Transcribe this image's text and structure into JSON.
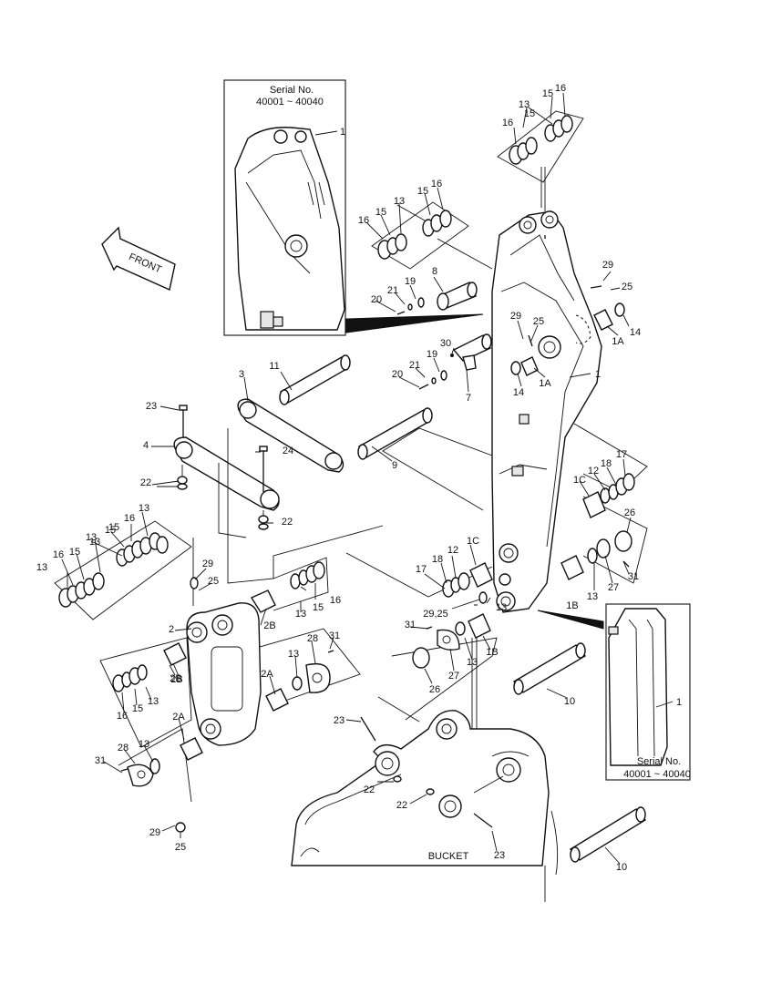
{
  "inset_top": {
    "serial_label": "Serial No.",
    "serial_range": "40001 ~ 40040",
    "callout": "1"
  },
  "inset_bottom": {
    "serial_label": "Serial No.",
    "serial_range": "40001 ~ 40040",
    "callout": "1"
  },
  "front_arrow": {
    "label": "FRONT"
  },
  "bucket": {
    "label": "BUCKET"
  },
  "callouts": [
    {
      "text": "16"
    },
    {
      "text": "15"
    },
    {
      "text": "13"
    },
    {
      "text": "15"
    },
    {
      "text": "16"
    },
    {
      "text": "16"
    },
    {
      "text": "15"
    },
    {
      "text": "13"
    },
    {
      "text": "15"
    },
    {
      "text": "16"
    },
    {
      "text": "8"
    },
    {
      "text": "19"
    },
    {
      "text": "21"
    },
    {
      "text": "20"
    },
    {
      "text": "29"
    },
    {
      "text": "25"
    },
    {
      "text": "1A"
    },
    {
      "text": "14"
    },
    {
      "text": "29"
    },
    {
      "text": "25"
    },
    {
      "text": "1A"
    },
    {
      "text": "14"
    },
    {
      "text": "30"
    },
    {
      "text": "19"
    },
    {
      "text": "21"
    },
    {
      "text": "20"
    },
    {
      "text": "7"
    },
    {
      "text": "1"
    },
    {
      "text": "11"
    },
    {
      "text": "3"
    },
    {
      "text": "9"
    },
    {
      "text": "23"
    },
    {
      "text": "4"
    },
    {
      "text": "24"
    },
    {
      "text": "22"
    },
    {
      "text": "22"
    },
    {
      "text": "18"
    },
    {
      "text": "17"
    },
    {
      "text": "12"
    },
    {
      "text": "1C"
    },
    {
      "text": "26"
    },
    {
      "text": "13"
    },
    {
      "text": "27"
    },
    {
      "text": "31"
    },
    {
      "text": "13"
    },
    {
      "text": "15"
    },
    {
      "text": "16"
    },
    {
      "text": "13"
    },
    {
      "text": "15"
    },
    {
      "text": "13"
    },
    {
      "text": "16"
    },
    {
      "text": "15"
    },
    {
      "text": "13"
    },
    {
      "text": "29"
    },
    {
      "text": "25"
    },
    {
      "text": "1C"
    },
    {
      "text": "12"
    },
    {
      "text": "18"
    },
    {
      "text": "17"
    },
    {
      "text": "29,25"
    },
    {
      "text": "1B"
    },
    {
      "text": "13"
    },
    {
      "text": "31"
    },
    {
      "text": "27"
    },
    {
      "text": "13"
    },
    {
      "text": "1B"
    },
    {
      "text": "26"
    },
    {
      "text": "2"
    },
    {
      "text": "2B"
    },
    {
      "text": "13"
    },
    {
      "text": "15"
    },
    {
      "text": "16"
    },
    {
      "text": "2B"
    },
    {
      "text": "28"
    },
    {
      "text": "31"
    },
    {
      "text": "13"
    },
    {
      "text": "2A"
    },
    {
      "text": "16"
    },
    {
      "text": "15"
    },
    {
      "text": "13"
    },
    {
      "text": "2B"
    },
    {
      "text": "2A"
    },
    {
      "text": "13"
    },
    {
      "text": "28"
    },
    {
      "text": "31"
    },
    {
      "text": "29"
    },
    {
      "text": "25"
    },
    {
      "text": "10"
    },
    {
      "text": "23"
    },
    {
      "text": "22"
    },
    {
      "text": "22"
    },
    {
      "text": "23"
    },
    {
      "text": "10"
    }
  ]
}
